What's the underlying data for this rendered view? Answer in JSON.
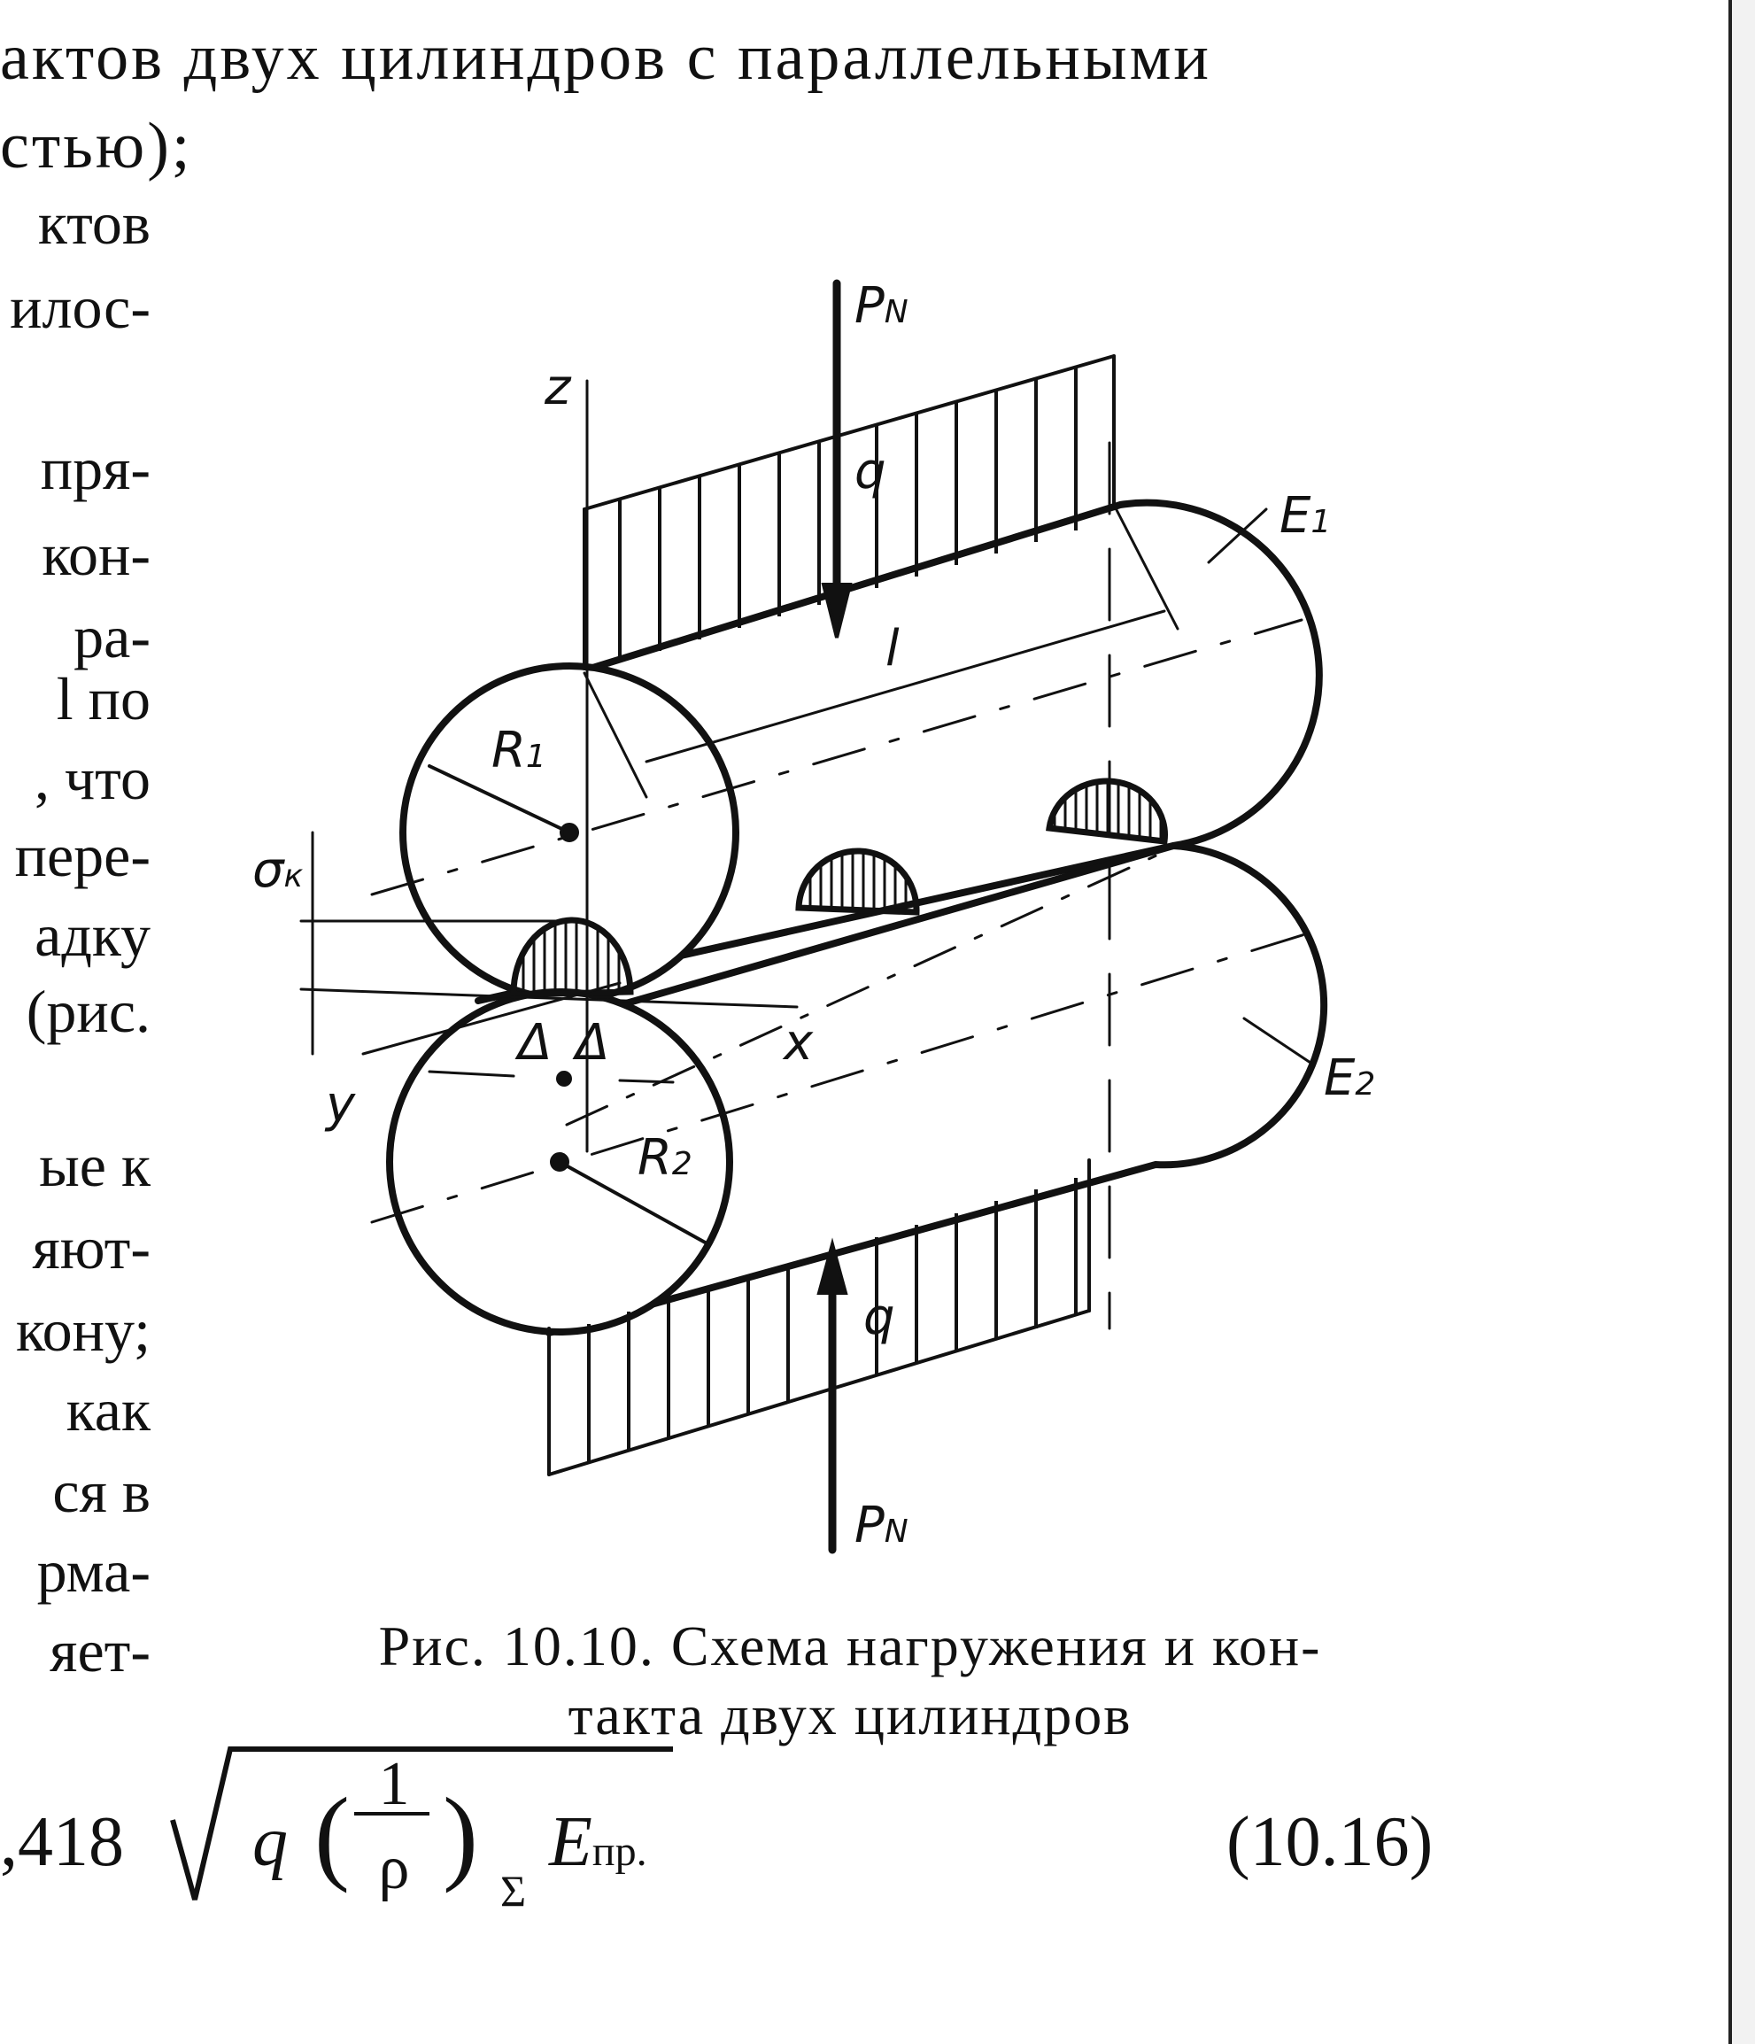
{
  "top_text": {
    "line1": "актов двух цилиндров с параллельными",
    "line2": "стью);"
  },
  "left_column": [
    "ктов",
    "илос-",
    "",
    "пря-",
    "кон-",
    "ра-",
    "l по",
    ", что",
    "пере-",
    "адку",
    "(рис.",
    "",
    "ые к",
    "яют-",
    "кону;",
    "как",
    "ся в",
    "рма-",
    "яет-"
  ],
  "figure": {
    "labels": {
      "pn_top": "P",
      "pn_top_sub": "N",
      "z": "z",
      "q_top": "q",
      "e1": "E",
      "e1_sub": "1",
      "l": "l",
      "r1": "R",
      "r1_sub": "1",
      "sigma": "σ",
      "sigma_sub": "к",
      "delta_left": "Δ",
      "delta_right": "Δ",
      "x": "x",
      "y": "y",
      "e2": "E",
      "e2_sub": "2",
      "r2": "R",
      "r2_sub": "2",
      "q_bottom": "q",
      "pn_bottom": "P",
      "pn_bottom_sub": "N"
    },
    "caption_line1": "Рис. 10.10. Схема нагружения и кон-",
    "caption_line2": "такта двух цилиндров"
  },
  "formula": {
    "prefix": ",418",
    "q": "q",
    "numerator": "1",
    "denominator": "ρ",
    "sum_sub": "Σ",
    "e": "E",
    "e_sub": "пр.",
    "number": "(10.16)"
  }
}
